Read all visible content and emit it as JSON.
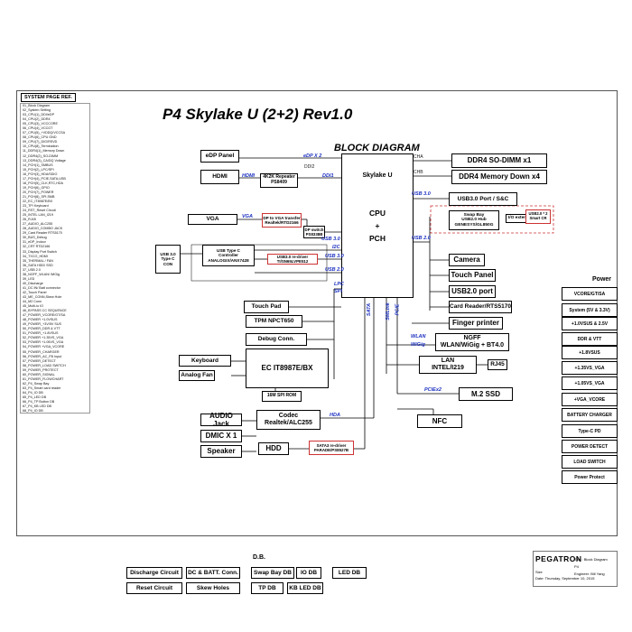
{
  "title": "P4 Skylake U (2+2)  Rev1.0",
  "subtitle": "BLOCK DIAGRAM",
  "system_page_ref": {
    "title": "SYSTEM PAGE REF.",
    "items": [
      "01_Block Diagram",
      "02_System Setting",
      "03_CPU(1)_DDI/eDP",
      "04_CPU(2)_DDR4",
      "05_CPU(3)_VCCCORE",
      "06_CPU(4)_VCCGT",
      "07_CPU(5)_+VDDQ/VCCSA",
      "08_CPU(6)_CPU GND",
      "09_CPU(7)_DIG/RSVD",
      "10_CPU(8)_Termination",
      "11_DDR4(1)_Memory Down",
      "12_DDR4(2)_SO-DIMM",
      "13_DDR4(3)_CA/DQ Voltage",
      "14_PCH(1)_SMBUS",
      "15_PCH(2)_LPC/SPI",
      "16_PCH(3)_HDA/SDIO",
      "17_PCH(4)_PCIE,SATA,USB",
      "18_PCH(5)_CLK,RTC,HDA",
      "19_PCH(6)_GPIO",
      "20_PCH(7)_POWER",
      "21_PCH(8)_SPI,SMB",
      "22_EC_IT8987E/BX",
      "23_TP/ Keyboard",
      "24_RST_Reset Circuit",
      "25_INTEL LAN_I219",
      "26_RJ45",
      "27_AUDIO_ALC255",
      "28_AUDIO_COMBO JACK",
      "29_Card Reader RTS5170",
      "30_BUS_Debug",
      "31_eDP_Indoor",
      "32_CRT RTD2166",
      "33_Display Port Switch",
      "34_TXCO_HDMI",
      "35_THERMAL / FAN",
      "36_SATA HDD/ SSD",
      "37_USB 2.0",
      "38_NGFF_WLAN/ WiGig",
      "39_LED",
      "40_Discharge",
      "41_DC IN/ Batt connector",
      "42_Touch Panel",
      "43_ME_CONN,Skew Hole",
      "44_M2 Conn",
      "45_Multi-io IO",
      "46_BYPASS CC SEQUENCE",
      "47_POWER_VCORE/GT/SA",
      "48_POWER +1.0VSUS",
      "49_POWER_+3V/5V SUS",
      "50_POWER_DDR & VTT",
      "51_POWER_+1.8VSUS",
      "52_POWER +1.35VS_VGA",
      "53_POWER +1.05VS_VGA",
      "54_POWER +VGA_VCORE",
      "55_POWER_CHARGER",
      "56_POWER_AC_FB Input",
      "57_POWER_DETECT",
      "58_POWER_LOAD SWITCH",
      "59_POWER_PROTECT",
      "60_POWER_SIGNAL",
      "61_POWER_FLOWCHART",
      "62_P4_Swap Bay",
      "63_P4_Smart card reader",
      "64_P4_IO DB",
      "65_P4_LED DB",
      "66_P4_TP Button DB",
      "67_P4_KB LED DB",
      "68_P4_IO DB"
    ]
  },
  "cpu": {
    "name": "Skylake U",
    "core": "CPU\n+\nPCH"
  },
  "blocks": {
    "edp_panel": "eDP Panel",
    "hdmi": "HDMI",
    "repeater": "4K2K Repeater\nPS8409",
    "vga": "VGA",
    "dp_to_vga": "DP to VGA transfer\nRealtek/RTD2166",
    "dp_switch": "DP switch\nPS8338B",
    "usb30_typec": "USB 3.0\nType C\nCON",
    "typec_controller": "USB Type C\nController\nANALOGIX/ANX7428",
    "redriver": "USB3.0 re-driver\nTI/SN65LVPE512",
    "touch_pad": "Touch Pad",
    "tpm": "TPM NPCT650",
    "debug_conn": "Debug Conn.",
    "keyboard": "Keyboard",
    "analog_fan": "Analog Fan",
    "ec": "EC IT8987E/BX",
    "spi_rom": "16M SPI ROM",
    "audio_jack": "AUDIO Jack",
    "dmic": "DMIC X 1",
    "speaker": "Speaker",
    "codec": "Codec\nRealtek/ALC255",
    "hdd": "HDD",
    "sata_redriver": "SATA3 re-driver\nPARADE/PS8527B",
    "ddr4_sodimm": "DDR4 SO-DIMM x1",
    "ddr4_memdown": "DDR4 Memory Down x4",
    "usb30_port": "USB3.0 Port / S&C",
    "swap_bay": "Swap Bay\nUSB2.0 Hub\nGENESYS/GL850G",
    "io_extension": "I/O extension",
    "smart_cr": "USB2.0 * 2\nSmart CR",
    "camera": "Camera",
    "touch_panel": "Touch Panel",
    "usb20_port": "USB2.0 port",
    "card_reader": "Card Reader/RTS5170",
    "finger_printer": "Finger printer",
    "ngff": "NGFF\nWLAN/WiGig + BT4.0",
    "lan": "LAN\nINTEL/I219",
    "rj45": "RJ45",
    "m2_ssd": "M.2 SSD",
    "nfc": "NFC"
  },
  "bus_labels": {
    "edp": "eDP X 2",
    "ddi2": "DDI2",
    "ddi1": "DDI1",
    "hdmi": "HDMI",
    "vga": "VGA",
    "cha": "CHA",
    "chb": "CHB",
    "usb30a": "USB 3.0",
    "usb20a": "USB 2.0",
    "usb30b": "USB 3.0",
    "i2c": "I2C",
    "usb30c": "USB 3.0",
    "usb20b": "USB 2.0",
    "lpc": "LPC",
    "spi": "SPI",
    "sata": "SATA",
    "smlink": "SMLink",
    "pcie": "PCIE",
    "hda": "HDA",
    "wlan": "WLAN",
    "wigig": "WiGig",
    "pciex2": "PCIEx2"
  },
  "power": {
    "title": "Power",
    "items": [
      "VCORE/GT/SA",
      "System (5V & 3.3V)",
      "+1.0VSUS & 2.5V",
      "DDR & VTT",
      "+1.8VSUS",
      "+1.35VS_VGA",
      "+1.05VS_VGA",
      "+VGA_VCORE",
      "BATTERY CHARGER",
      "Type-C PD",
      "POWER DETECT",
      "LOAD SWITCH",
      "Power Protect"
    ]
  },
  "bottom": {
    "discharge": "Discharge Circuit",
    "dc_batt": "DC & BATT. Conn.",
    "reset": "Reset Circuit",
    "skew": "Skew Holes",
    "db_label": "D.B.",
    "swap_db": "Swap Bay DB",
    "io_db": "IO DB",
    "led_db": "LED DB",
    "tp_db": "TP DB",
    "kbled_db": "KB LED DB"
  },
  "title_block": {
    "brand": "PEGATRON",
    "title": "Title : Block Diagram",
    "project": "P4",
    "engineer": "Engineer:  Bill Yang",
    "size": "Size",
    "doc": "Date:  Thursday, September 10, 2015"
  },
  "colors": {
    "wire": "#000000",
    "accent_blue": "#1a2fbf",
    "accent_red": "#c33333",
    "page_ref": "#0a8a0a"
  }
}
